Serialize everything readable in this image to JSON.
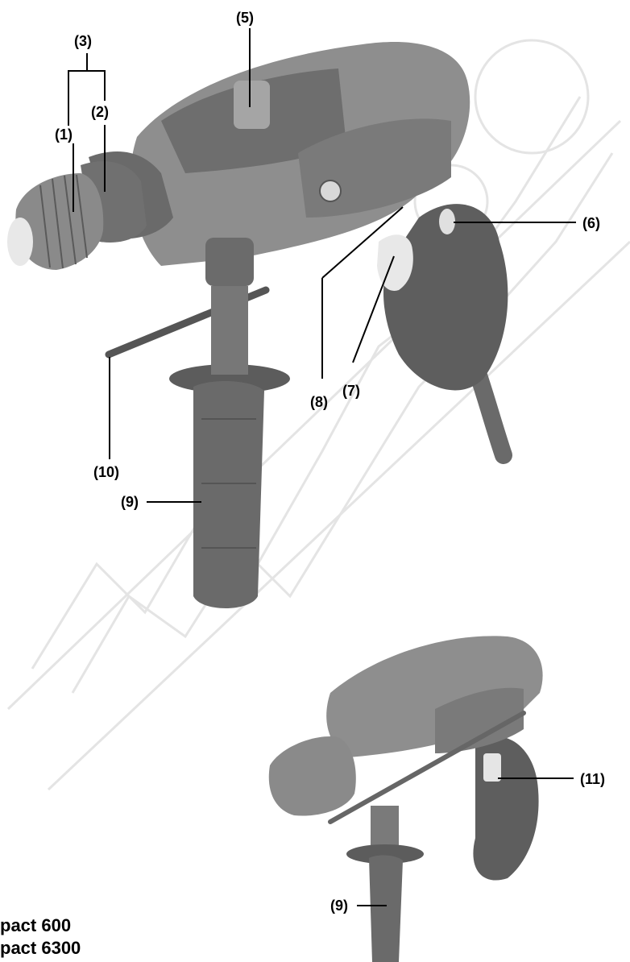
{
  "callouts": {
    "c1": "(1)",
    "c2": "(2)",
    "c3": "(3)",
    "c5": "(5)",
    "c6": "(6)",
    "c7": "(7)",
    "c8": "(8)",
    "c9_top": "(9)",
    "c10": "(10)",
    "c9_bottom": "(9)",
    "c11": "(11)"
  },
  "models": {
    "line1": "pact 600",
    "line2": "pact 6300"
  },
  "colors": {
    "body_gray": "#8e8e8e",
    "dark_gray": "#565656",
    "light_gray": "#c9c9c9",
    "watermark": "#e2e2e2"
  }
}
